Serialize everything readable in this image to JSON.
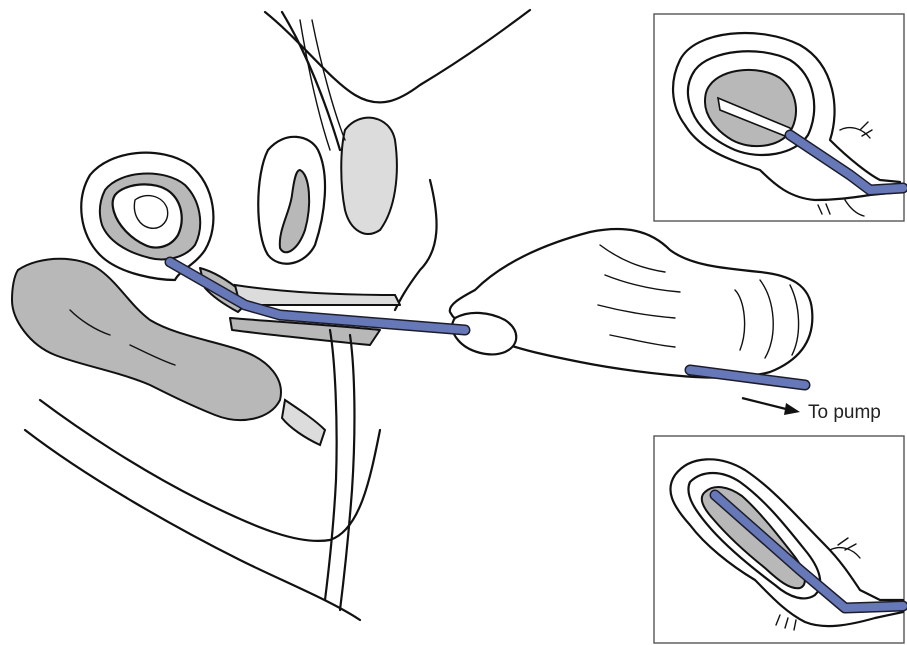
{
  "diagram": {
    "annotations": {
      "pump_label": "To pump"
    },
    "colors": {
      "tube": "#6678b8",
      "tissue_fill": "#b8b8b8",
      "outline": "#111111",
      "background": "#ffffff"
    },
    "components": [
      "main-sagittal-view",
      "gloved-hand",
      "suction-cannula",
      "inset-top",
      "inset-bottom",
      "direction-arrow"
    ]
  }
}
